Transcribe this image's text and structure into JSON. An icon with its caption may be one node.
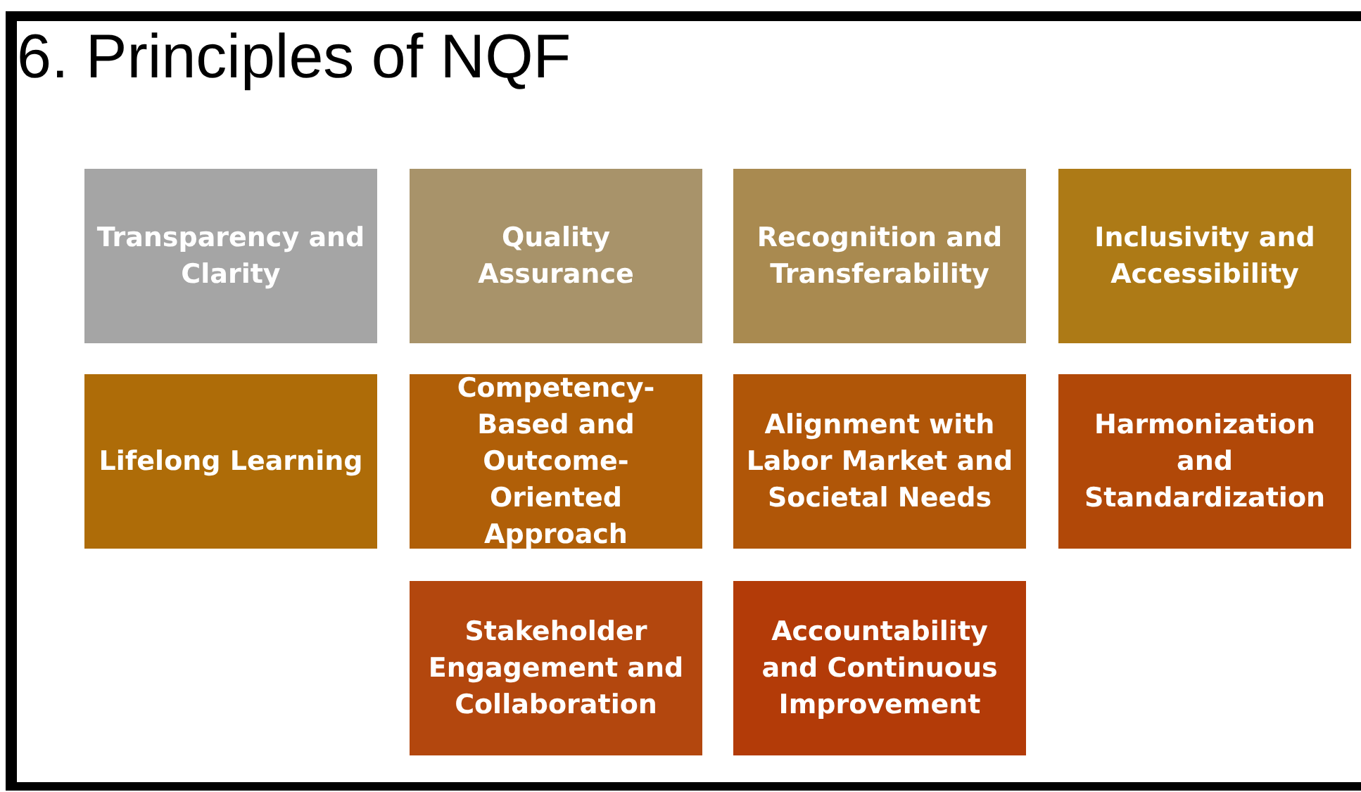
{
  "diagram": {
    "title": "6. Principles of NQF",
    "nodes": [
      {
        "text": [
          "Transparency and Clarity"
        ]
      },
      {
        "text": [
          "Quality Assurance"
        ]
      },
      {
        "text": [
          "Recognition and Transferability"
        ]
      },
      {
        "text": [
          "Inclusivity and Accessibility"
        ]
      },
      {
        "text": [
          "Lifelong Learning"
        ]
      },
      {
        "text": [
          "Competency-Based and Outcome-Oriented Approach"
        ]
      },
      {
        "text": [
          "Alignment with Labor Market and Societal Needs"
        ]
      },
      {
        "text": [
          "Harmonization and Standardization"
        ]
      },
      {
        "text": [
          "Stakeholder Engagement and Collaboration"
        ]
      },
      {
        "text": [
          "Accountability and Continuous Improvement"
        ]
      }
    ],
    "edges": []
  }
}
